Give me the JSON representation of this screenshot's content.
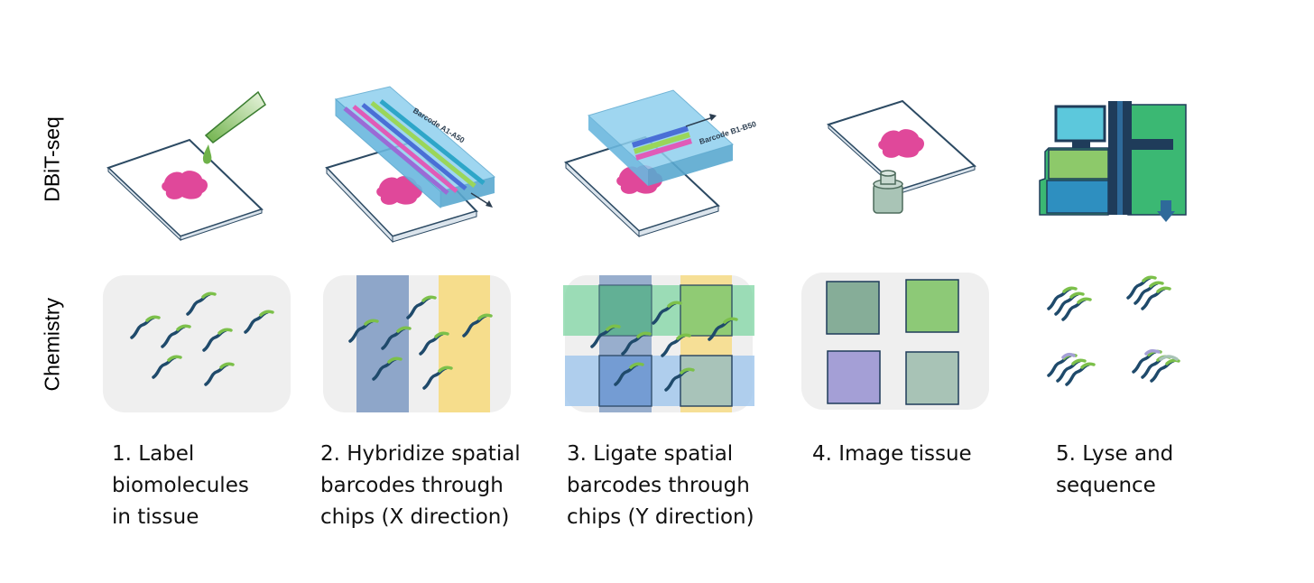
{
  "row_labels": {
    "top": "DBiT-seq",
    "bottom": "Chemistry"
  },
  "barcode_labels": {
    "x": "Barcode A1-A50",
    "y": "Barcode B1-B50"
  },
  "steps": [
    {
      "lines": [
        "1. Label",
        "biomolecules",
        "in tissue"
      ]
    },
    {
      "lines": [
        "2. Hybridize spatial",
        "barcodes through",
        "chips (X direction)"
      ]
    },
    {
      "lines": [
        "3. Ligate spatial",
        "barcodes through",
        "chips (Y direction)"
      ]
    },
    {
      "lines": [
        "4. Image tissue"
      ]
    },
    {
      "lines": [
        "5. Lyse and",
        "sequence"
      ]
    }
  ],
  "colors": {
    "slide_stroke": "#2c4a63",
    "tissue": "#e0489a",
    "channel_blue": "#7ec3e6",
    "strand": "#1f4a6b",
    "strand_tip": "#7cc04a",
    "panel_bg": "#efefef",
    "band_blue": "#8ea6c9",
    "band_yellow": "#f6dd8c",
    "band_green": "#7fd6a3",
    "band_lightblue": "#9fc6ec",
    "sq_teal": "#86ad98",
    "sq_green": "#8dc977",
    "sq_purple": "#a49fd6",
    "sq_gray": "#a8c3b6",
    "seq_green": "#3bb873",
    "seq_cyan": "#5cc8dc",
    "seq_navy": "#1f3c5a"
  }
}
